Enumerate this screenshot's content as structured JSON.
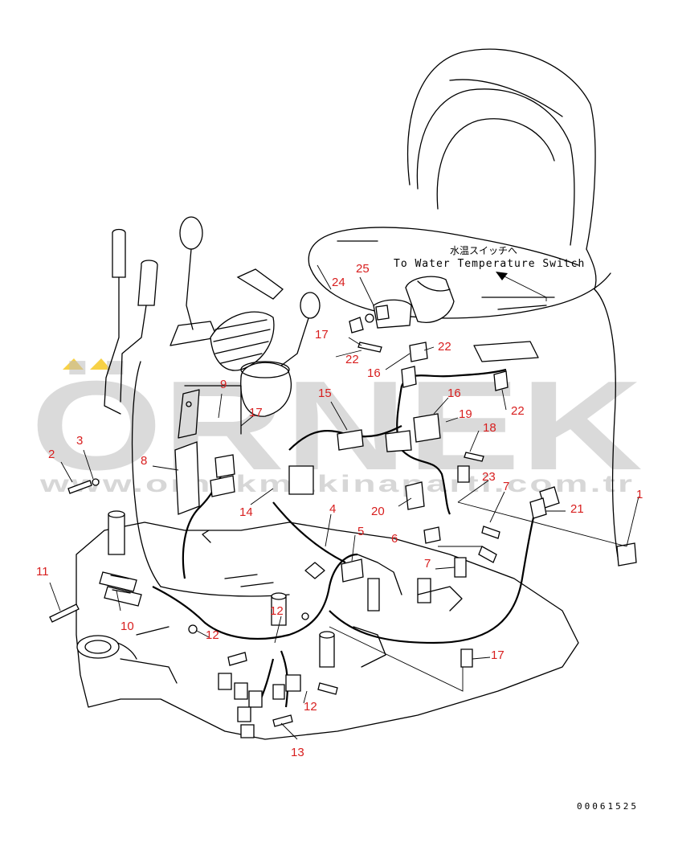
{
  "watermark": {
    "brand": "ÖRNEK",
    "url": "www.ornekmakinaparti.com.tr",
    "accent_color": "#f5c518"
  },
  "annotation": {
    "japanese": "水温スイッチへ",
    "english": "To Water Temperature Switch"
  },
  "drawing_number": "00061525",
  "callouts": {
    "c1": "1",
    "c2": "2",
    "c3": "3",
    "c4": "4",
    "c5": "5",
    "c6": "6",
    "c7a": "7",
    "c7b": "7",
    "c8": "8",
    "c9": "9",
    "c10": "10",
    "c11": "11",
    "c12a": "12",
    "c12b": "12",
    "c12c": "12",
    "c13": "13",
    "c14": "14",
    "c15": "15",
    "c16a": "16",
    "c16b": "16",
    "c17a": "17",
    "c17b": "17",
    "c17c": "17",
    "c18": "18",
    "c19": "19",
    "c20": "20",
    "c21": "21",
    "c22a": "22",
    "c22b": "22",
    "c22c": "22",
    "c23": "23",
    "c24": "24",
    "c25": "25"
  },
  "colors": {
    "callout": "#d81e1e",
    "line": "#000000",
    "watermark": "#bdbdbd"
  }
}
